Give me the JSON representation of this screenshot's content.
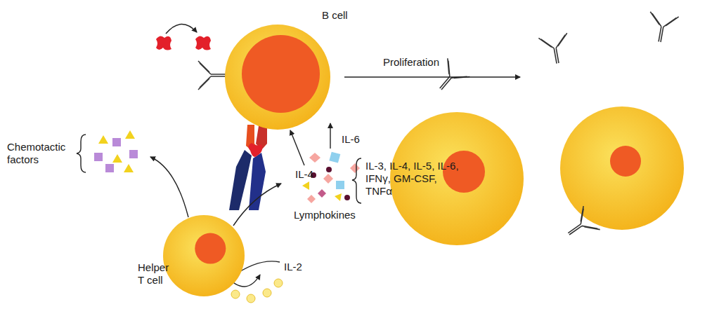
{
  "diagram": {
    "nodes": [
      {
        "text": [
          "B cell"
        ]
      },
      {
        "text": [
          "Helper T cell"
        ]
      }
    ],
    "labels": [
      "Proliferation",
      "IL-4",
      "IL-6",
      "IL-3, IL-4, IL-5, IL-6, IFNγ, GM-CSF, TNFα",
      "Lymphokines",
      "Chemotactic factors",
      "IL-2"
    ]
  }
}
